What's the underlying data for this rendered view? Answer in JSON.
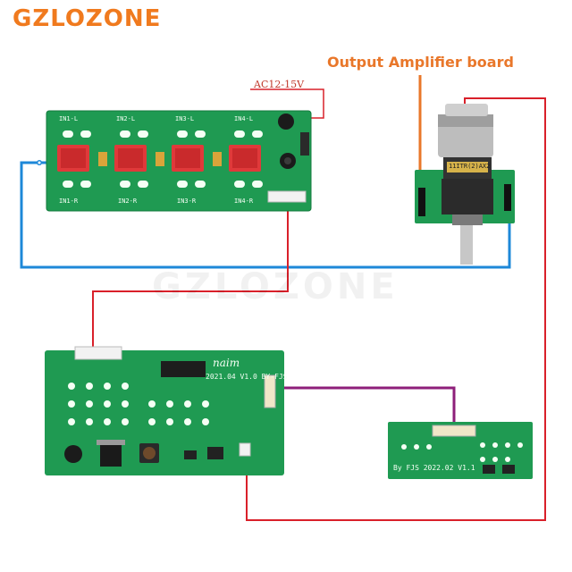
{
  "brand": "GZLOZONE",
  "watermark": "GZLOZONE",
  "labels": {
    "output_amp": "Output Amplifier board",
    "power": "AC12-15V"
  },
  "input_board": {
    "ch_top": [
      "IN1-L",
      "IN2-L",
      "IN3-L",
      "IN4-L"
    ],
    "ch_bottom": [
      "IN1-R",
      "IN2-R",
      "IN3-R",
      "IN4-R"
    ]
  },
  "control_board": {
    "logo": "naim",
    "version": "2021.04  V1.0  BY-FJS"
  },
  "small_board": {
    "version": "By FJS  2022.02  V1.1"
  },
  "pot": {
    "part": "11ITR(2)AX2"
  },
  "colors": {
    "brand": "#f07a1e",
    "wire_red": "#d9202a",
    "wire_blue": "#1e88d8",
    "wire_purple": "#8e1f7a",
    "pcb_green": "#1f9a52"
  }
}
